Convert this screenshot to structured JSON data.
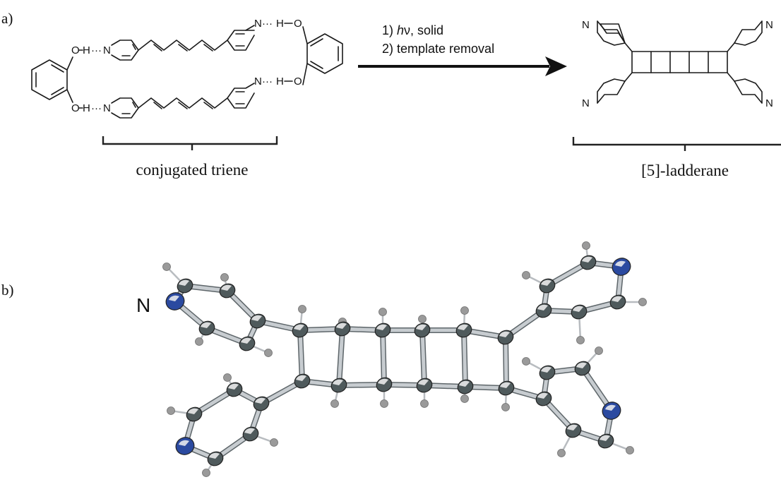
{
  "panels": {
    "a": "a)",
    "b": "b)"
  },
  "reaction": {
    "condition_1_prefix": "1) ",
    "condition_1_h": "h",
    "condition_1_nu": "ν",
    "condition_1_suffix": ", solid",
    "condition_2": "2) template removal"
  },
  "labels": {
    "reactant": "conjugated triene",
    "product": "[5]-ladderane"
  },
  "atoms": {
    "o": "O",
    "h": "H",
    "n": "N",
    "hbond": "···"
  },
  "crystal": {
    "n_label": "N"
  },
  "colors": {
    "carbon": "#4f5a5c",
    "nitrogen": "#2b4aa0",
    "hydrogen": "#9a9a9a",
    "bond": "#c7ccd0"
  }
}
